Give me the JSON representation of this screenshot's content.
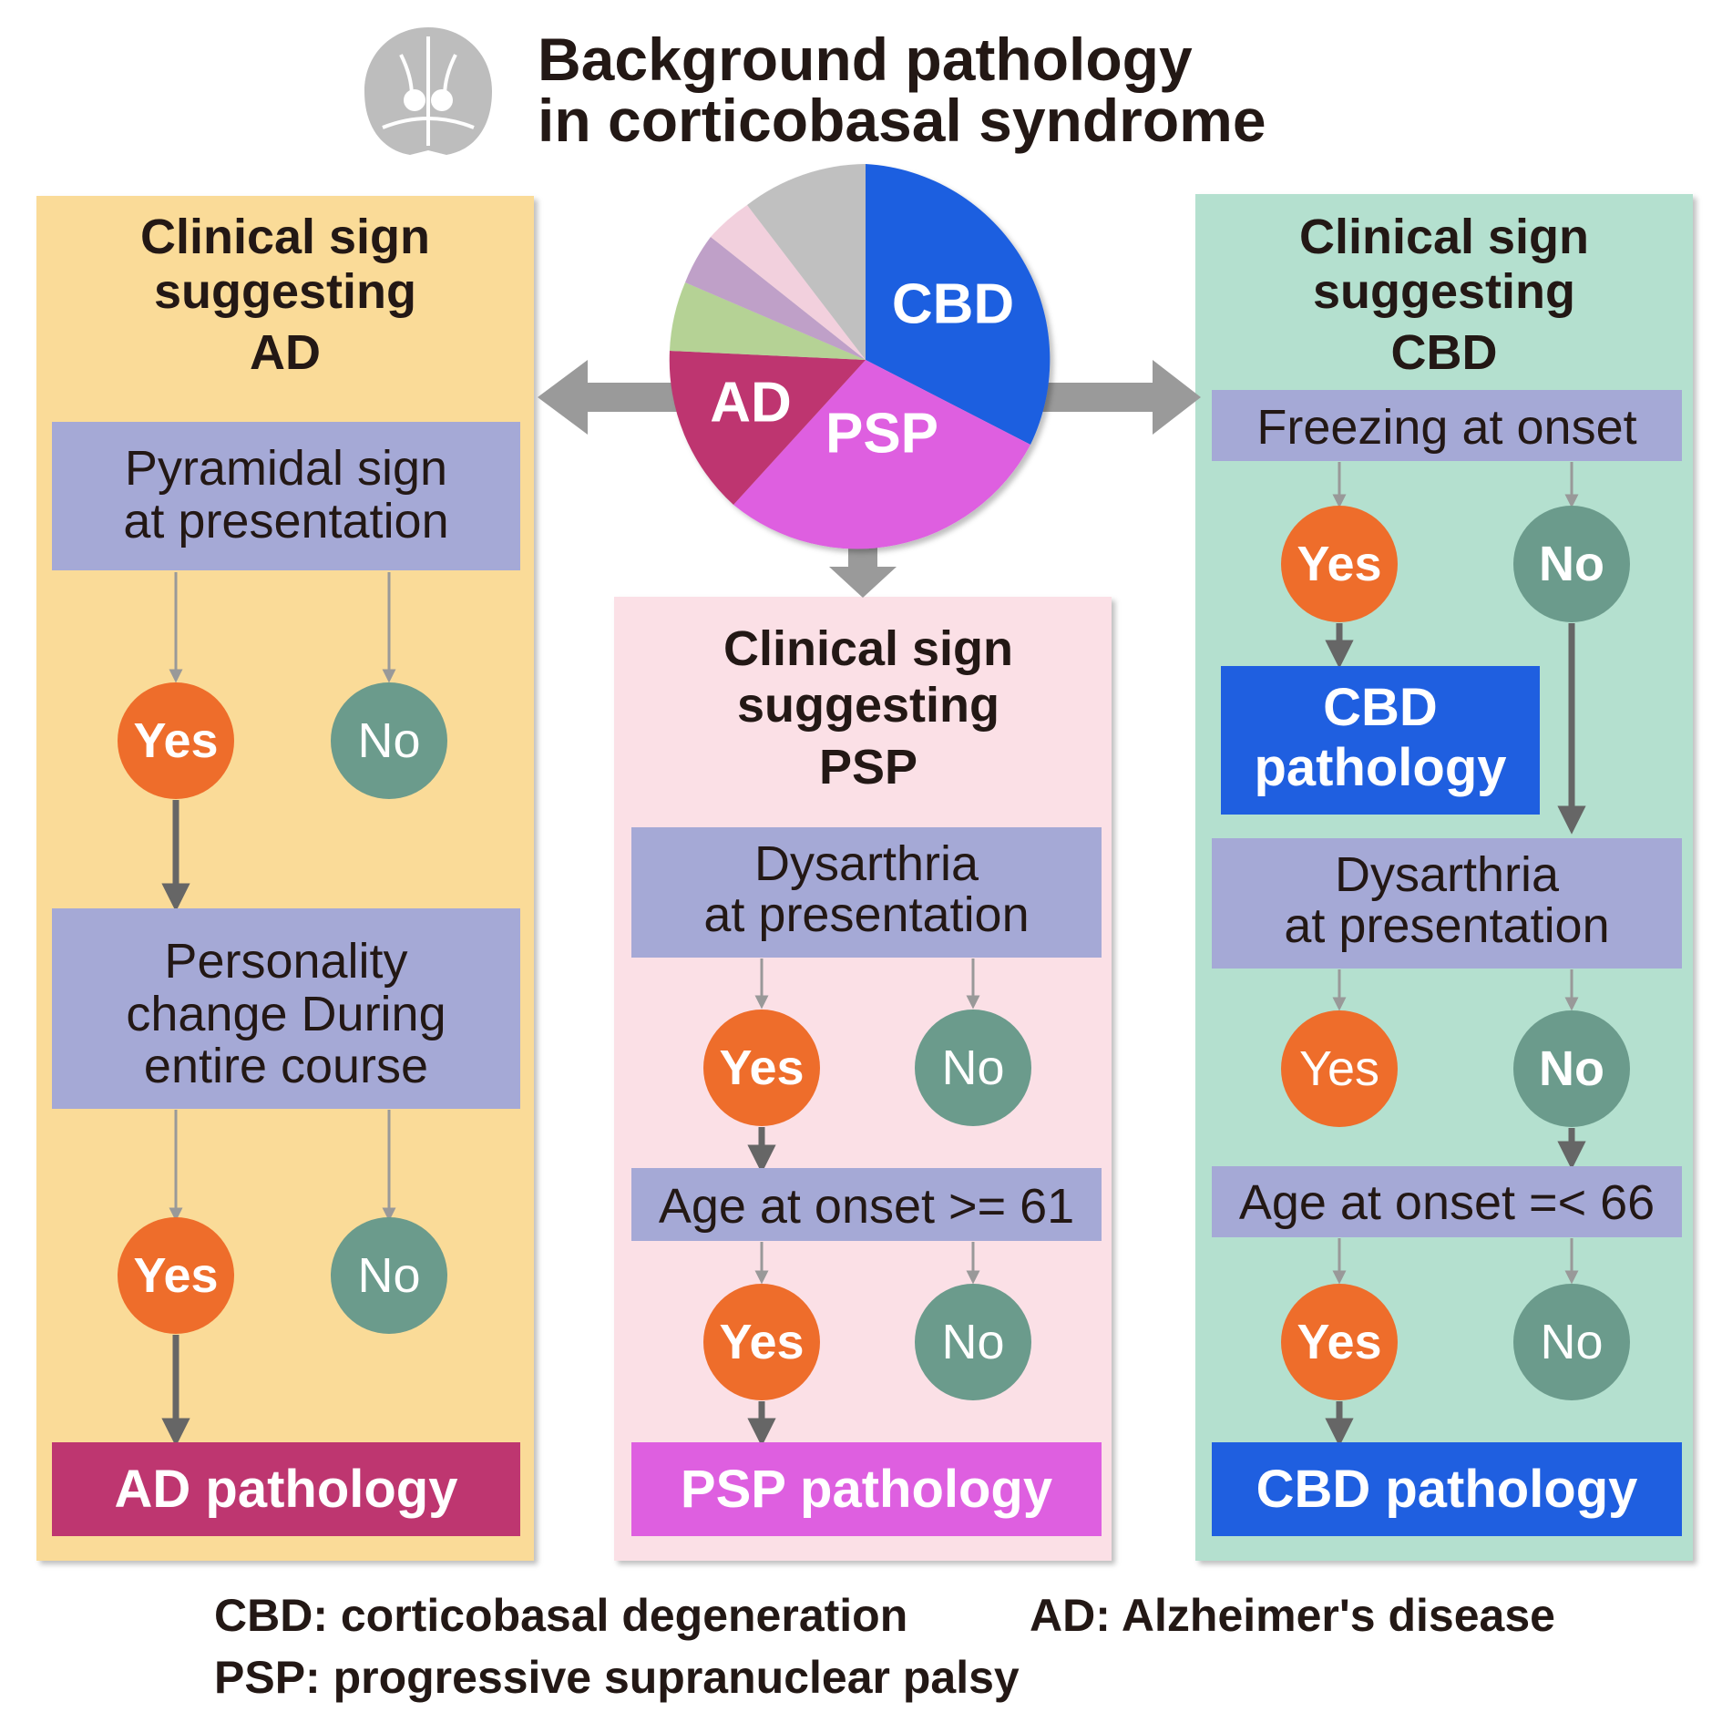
{
  "title": [
    "Background pathology",
    "in corticobasal syndrome"
  ],
  "pie": {
    "labels": {
      "cbd": "CBD",
      "psp": "PSP",
      "ad": "AD"
    },
    "colors": {
      "cbd": "#1f5fe0",
      "psp": "#de5fe0",
      "ad": "#be3670",
      "green": "#b5d295",
      "purple": "#bfa0c8",
      "pink": "#f2d0dd",
      "gray": "#c0c0c0"
    }
  },
  "panels": {
    "ad": {
      "heading": [
        "Clinical sign",
        "suggesting",
        "AD"
      ],
      "q1": [
        "Pyramidal sign",
        "at presentation"
      ],
      "q2": [
        "Personality",
        "change During",
        "entire course"
      ],
      "result": "AD pathology"
    },
    "psp": {
      "heading": [
        "Clinical sign",
        "suggesting",
        "PSP"
      ],
      "q1": [
        "Dysarthria",
        "at presentation"
      ],
      "q2": "Age at onset >= 61",
      "result": "PSP pathology"
    },
    "cbd": {
      "heading": [
        "Clinical sign",
        "suggesting",
        "CBD"
      ],
      "q1": "Freezing  at onset",
      "result1": [
        "CBD",
        "pathology"
      ],
      "q2": [
        "Dysarthria",
        "at presentation"
      ],
      "q3": "Age at onset =< 66",
      "result": "CBD pathology"
    }
  },
  "yes": "Yes",
  "no": "No",
  "legend": {
    "cbd": "CBD: corticobasal degeneration",
    "ad": "AD: Alzheimer's disease",
    "psp": "PSP: progressive supranuclear palsy"
  }
}
